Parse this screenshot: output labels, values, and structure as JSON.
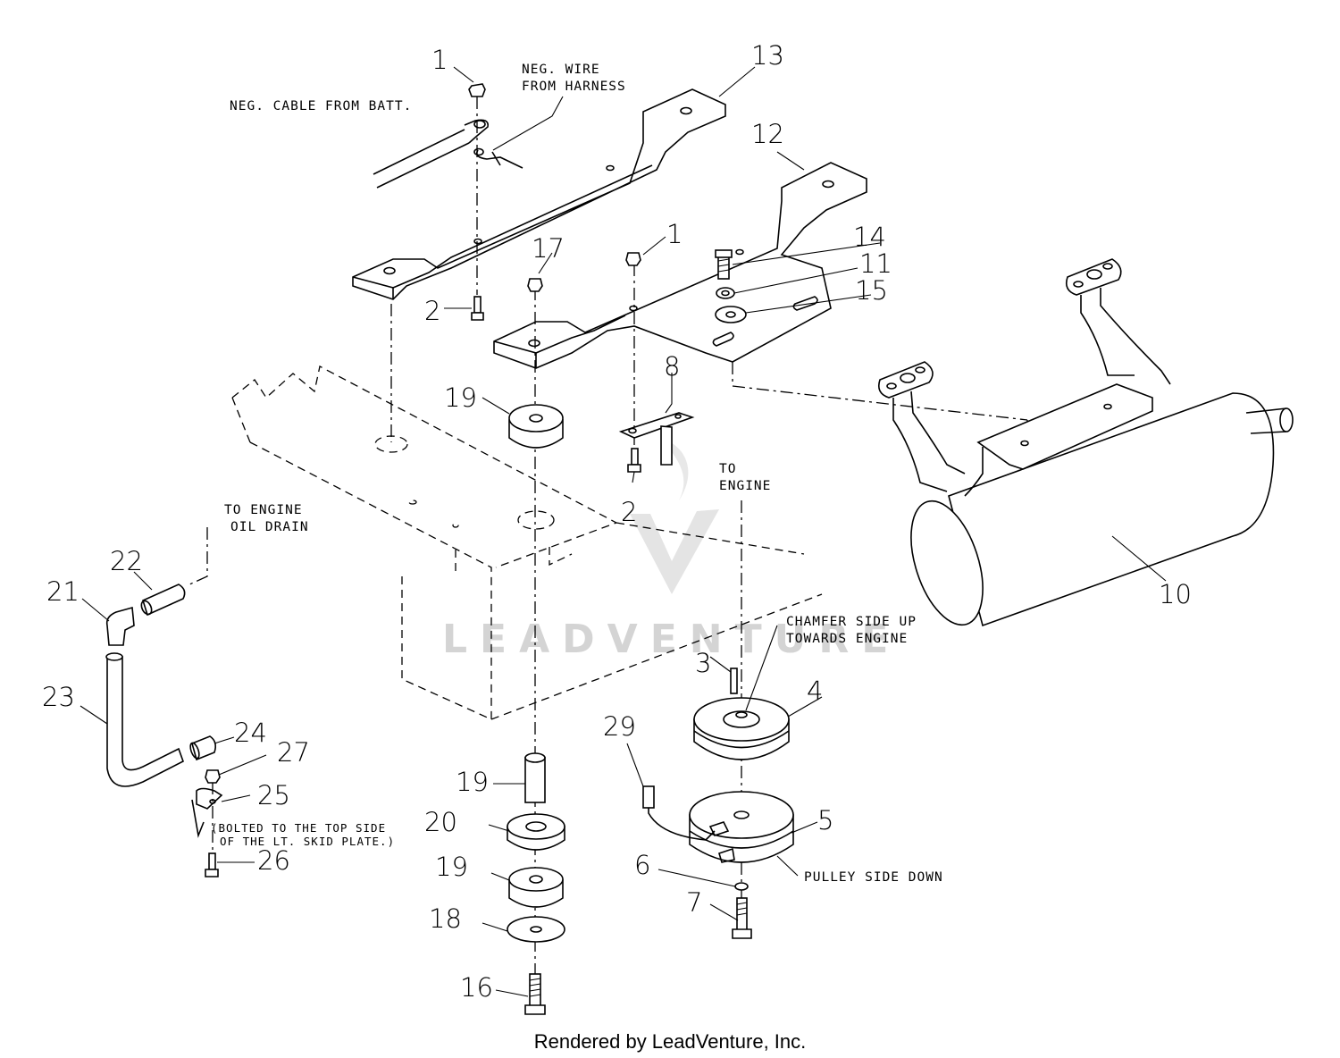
{
  "diagram": {
    "callouts": {
      "c1a": "1",
      "c1b": "1",
      "c2a": "2",
      "c2b": "2",
      "c3": "3",
      "c4": "4",
      "c5": "5",
      "c6": "6",
      "c7": "7",
      "c8": "8",
      "c10": "10",
      "c11": "11",
      "c12": "12",
      "c13": "13",
      "c14": "14",
      "c15": "15",
      "c16": "16",
      "c17": "17",
      "c18": "18",
      "c19a": "19",
      "c19b": "19",
      "c19c": "19",
      "c20": "20",
      "c21": "21",
      "c22": "22",
      "c23": "23",
      "c24": "24",
      "c25": "25",
      "c26": "26",
      "c27": "27",
      "c29": "29"
    },
    "notes": {
      "neg_cable": "NEG. CABLE FROM BATT.",
      "neg_wire_1": "NEG. WIRE",
      "neg_wire_2": "FROM HARNESS",
      "to_engine_1": "TO",
      "to_engine_2": "ENGINE",
      "oil_drain_1": "TO ENGINE",
      "oil_drain_2": "OIL DRAIN",
      "chamfer_1": "CHAMFER SIDE UP",
      "chamfer_2": "TOWARDS ENGINE",
      "pulley_side": "PULLEY SIDE DOWN",
      "bolted_1": "(BOLTED TO THE TOP SIDE",
      "bolted_2": "OF THE LT. SKID PLATE.)"
    },
    "watermark": "LEADVENTURE"
  },
  "footer": "Rendered by LeadVenture, Inc."
}
